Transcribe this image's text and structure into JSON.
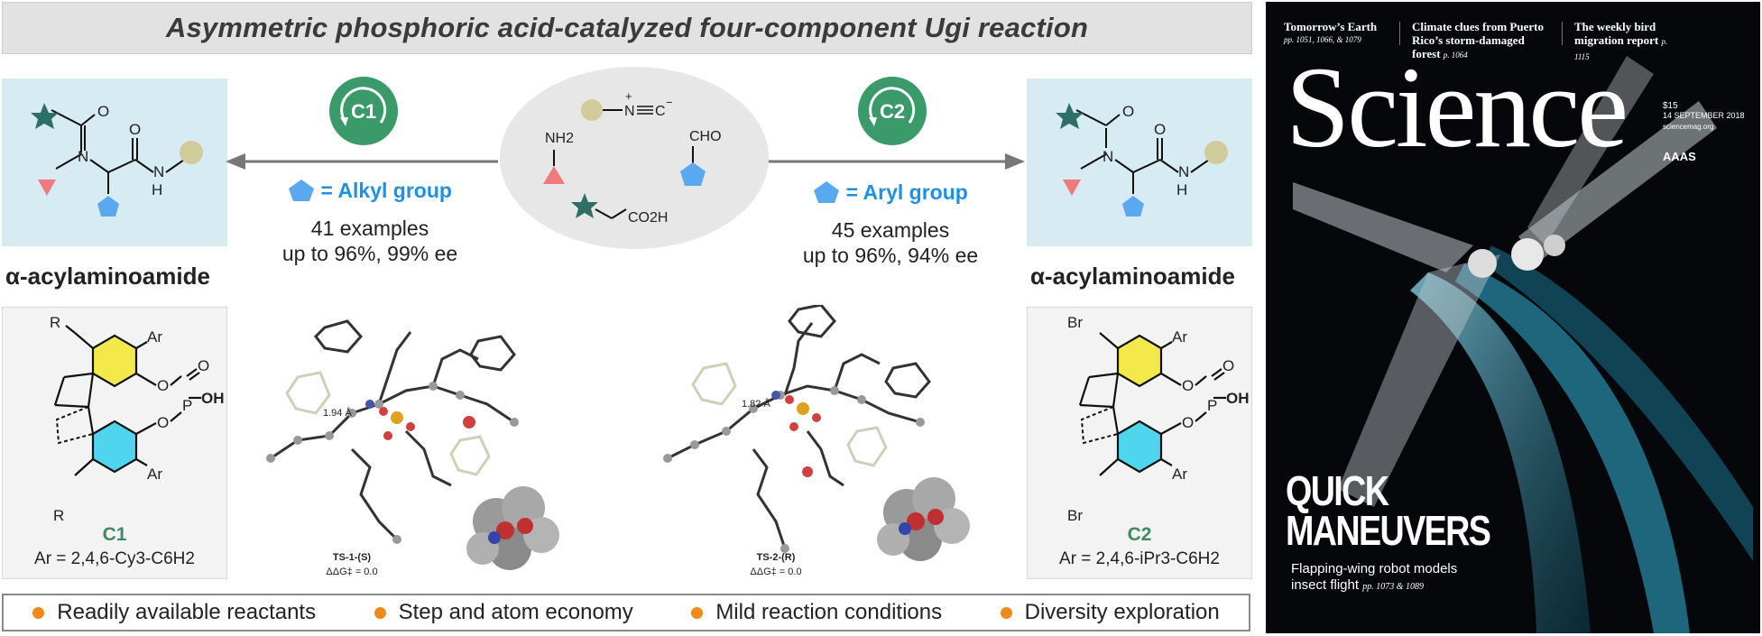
{
  "title": "Asymmetric phosphoric acid-catalyzed four-component Ugi reaction",
  "left": {
    "catalyst_badge": "C1",
    "group_label": "= Alkyl group",
    "examples_line1": "41 examples",
    "examples_line2": "up to 96%, 99% ee",
    "product_label": "α-acylaminoamide",
    "catalyst": {
      "substituent_top": "R",
      "substituent_bottom": "R",
      "ar": "Ar",
      "name": "C1",
      "ar_definition": "Ar = 2,4,6-Cy3-C6H2"
    },
    "ts": {
      "distance": "1.94 Å",
      "label": "TS-1-(S)",
      "energy": "ΔΔG‡ = 0.0"
    }
  },
  "right": {
    "catalyst_badge": "C2",
    "group_label": "= Aryl group",
    "examples_line1": "45 examples",
    "examples_line2": "up to 96%, 94% ee",
    "product_label": "α-acylaminoamide",
    "catalyst": {
      "substituent_top": "Br",
      "substituent_bottom": "Br",
      "ar": "Ar",
      "name": "C2",
      "ar_definition": "Ar = 2,4,6-iPr3-C6H2"
    },
    "ts": {
      "distance": "1.82 Å",
      "label": "TS-2-(R)",
      "energy": "ΔΔG‡ = 0.0"
    }
  },
  "reactants": {
    "isocyanide_n": "N",
    "isocyanide_c": "C",
    "amine": "NH2",
    "aldehyde": "CHO",
    "acid": "CO2H"
  },
  "atoms": {
    "o": "O",
    "n": "N",
    "h": "H",
    "p": "P",
    "oh": "OH"
  },
  "features": [
    "Readily available reactants",
    "Step and atom economy",
    "Mild reaction conditions",
    "Diversity exploration"
  ],
  "cover": {
    "teasers": [
      {
        "title": "Tomorrow’s Earth",
        "pages": "pp. 1051, 1066, & 1079"
      },
      {
        "title": "Climate clues from Puerto Rico’s storm-damaged forest",
        "pages": "p. 1064"
      },
      {
        "title": "The weekly bird migration report",
        "pages": "p. 1115"
      }
    ],
    "masthead": "Science",
    "price": "$15",
    "date": "14 SEPTEMBER 2018",
    "website": "sciencemag.org",
    "publisher": "AAAS",
    "headline_line1": "QUICK",
    "headline_line2": "MANEUVERS",
    "subhead_line1": "Flapping-wing robot models",
    "subhead_line2": "insect flight",
    "subhead_pages": "pp. 1073 & 1089"
  },
  "colors": {
    "star": "#2e6f68",
    "triangle": "#f07a7a",
    "pentagon": "#5aa8f0",
    "circle": "#cfcc9a",
    "badge": "#3a9a6a",
    "group_text": "#1e90e6",
    "feature_dot": "#ee8a1a",
    "product_bg": "#d6ebf2"
  }
}
